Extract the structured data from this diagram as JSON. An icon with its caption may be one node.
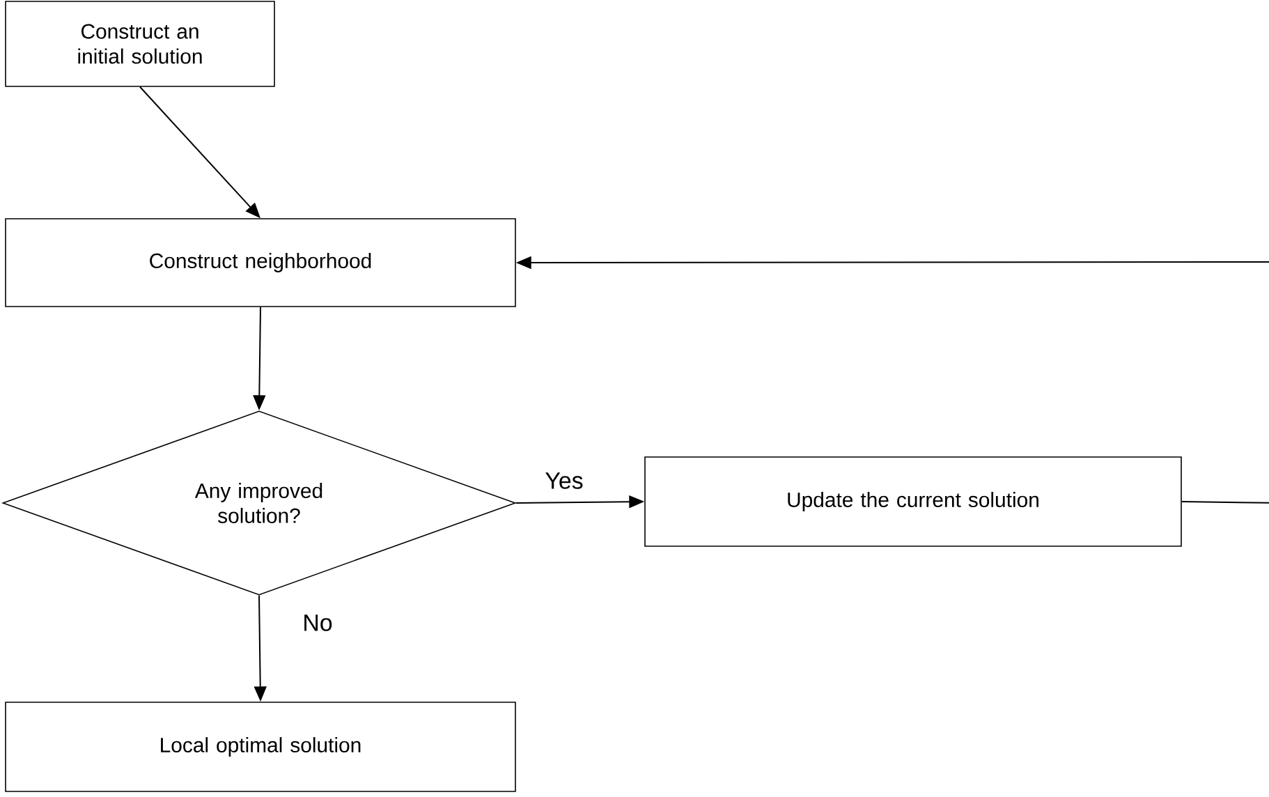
{
  "diagram": {
    "nodes": [
      {
        "text": [
          "Construct an initial solution"
        ]
      },
      {
        "text": [
          "Construct neighborhood"
        ]
      },
      {
        "text": [
          "Any improved solution?"
        ]
      },
      {
        "text": [
          "Update the current solution"
        ]
      },
      {
        "text": [
          "Local optimal solution"
        ]
      }
    ],
    "edges": [
      {
        "from": 0,
        "to": 1,
        "arrow": "to"
      },
      {
        "from": 1,
        "to": 2,
        "arrow": "to"
      },
      {
        "from": 2,
        "to": 3,
        "arrow": "to",
        "label": "Yes"
      },
      {
        "from": 2,
        "to": 4,
        "arrow": "to",
        "label": "No"
      },
      {
        "from": 3,
        "to": 1,
        "arrow": "to"
      }
    ]
  }
}
